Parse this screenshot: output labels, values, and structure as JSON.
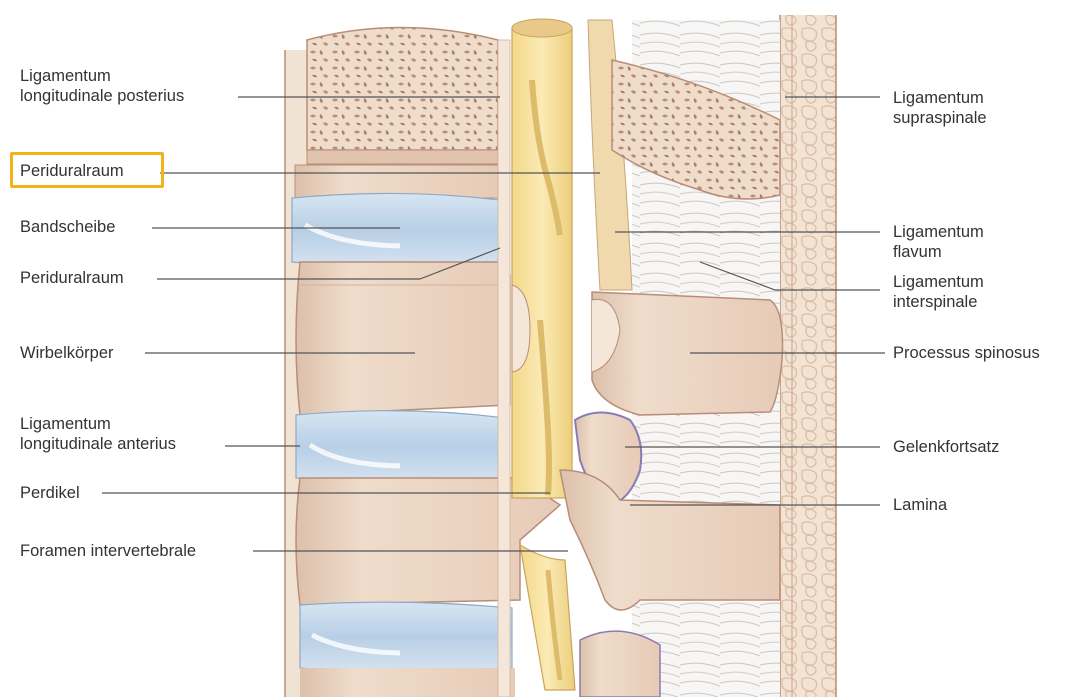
{
  "highlight_color": "#f2b21a",
  "colors": {
    "bone": "#ecd8c6",
    "bone_shadow": "#d4b29c",
    "disc": "#c4d8ea",
    "nerve": "#f6df9c",
    "ligament": "#f1e3d4",
    "leader": "#555555"
  },
  "labels_left": [
    {
      "lines": [
        "Ligamentum",
        "longitudinale posterius"
      ]
    },
    {
      "lines": [
        "Periduralraum"
      ],
      "highlighted": true
    },
    {
      "lines": [
        "Bandscheibe"
      ]
    },
    {
      "lines": [
        "Periduralraum"
      ]
    },
    {
      "lines": [
        "Wirbelkörper"
      ]
    },
    {
      "lines": [
        "Ligamentum",
        "longitudinale anterius"
      ]
    },
    {
      "lines": [
        "Perdikel"
      ]
    },
    {
      "lines": [
        "Foramen intervertebrale"
      ]
    }
  ],
  "labels_right": [
    {
      "lines": [
        "Ligamentum",
        "supraspinale"
      ]
    },
    {
      "lines": [
        "Ligamentum",
        "flavum"
      ]
    },
    {
      "lines": [
        "Ligamentum",
        "interspinale"
      ]
    },
    {
      "lines": [
        "Processus spinosus"
      ]
    },
    {
      "lines": [
        "Gelenkfortsatz"
      ]
    },
    {
      "lines": [
        "Lamina"
      ]
    }
  ]
}
